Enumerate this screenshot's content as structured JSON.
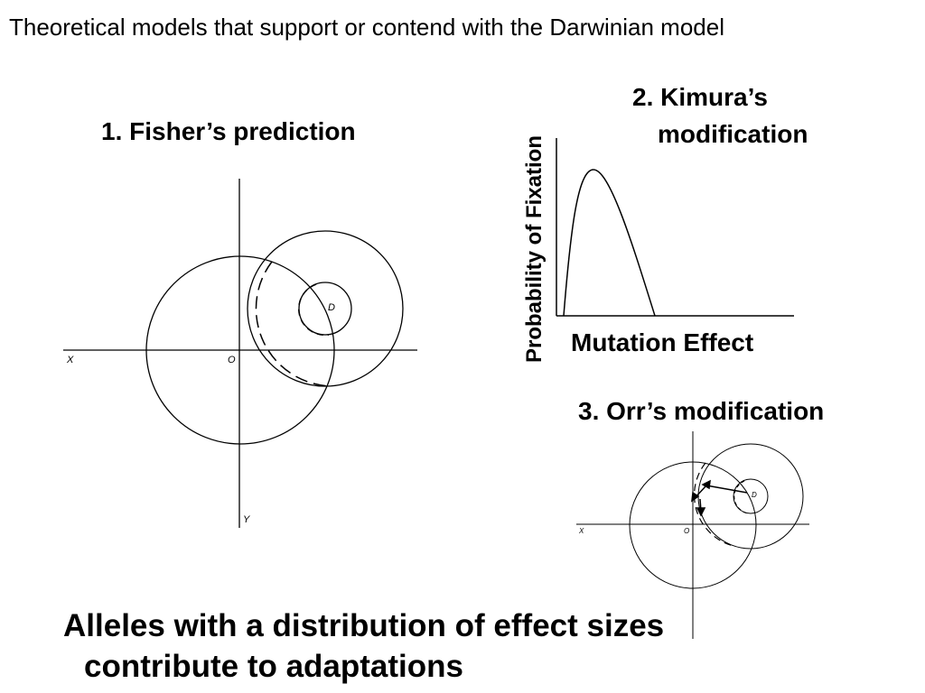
{
  "slide": {
    "title": "Theoretical models that support or contend with the Darwinian model",
    "conclusion_line1": "Alleles with a distribution of effect sizes",
    "conclusion_line2": "contribute to adaptations"
  },
  "fisher": {
    "title": "1. Fisher’s prediction",
    "labels": {
      "x": "X",
      "origin": "O",
      "y": "Y",
      "d": "D"
    }
  },
  "kimura": {
    "title_line1": "2. Kimura’s",
    "title_line2": "modification",
    "ylabel": "Probability of Fixation",
    "xlabel": "Mutation Effect"
  },
  "orr": {
    "title": "3. Orr’s modification",
    "labels": {
      "x": "X",
      "origin": "O",
      "d": "D"
    }
  },
  "colors": {
    "ink": "#000000",
    "background": "#ffffff"
  }
}
